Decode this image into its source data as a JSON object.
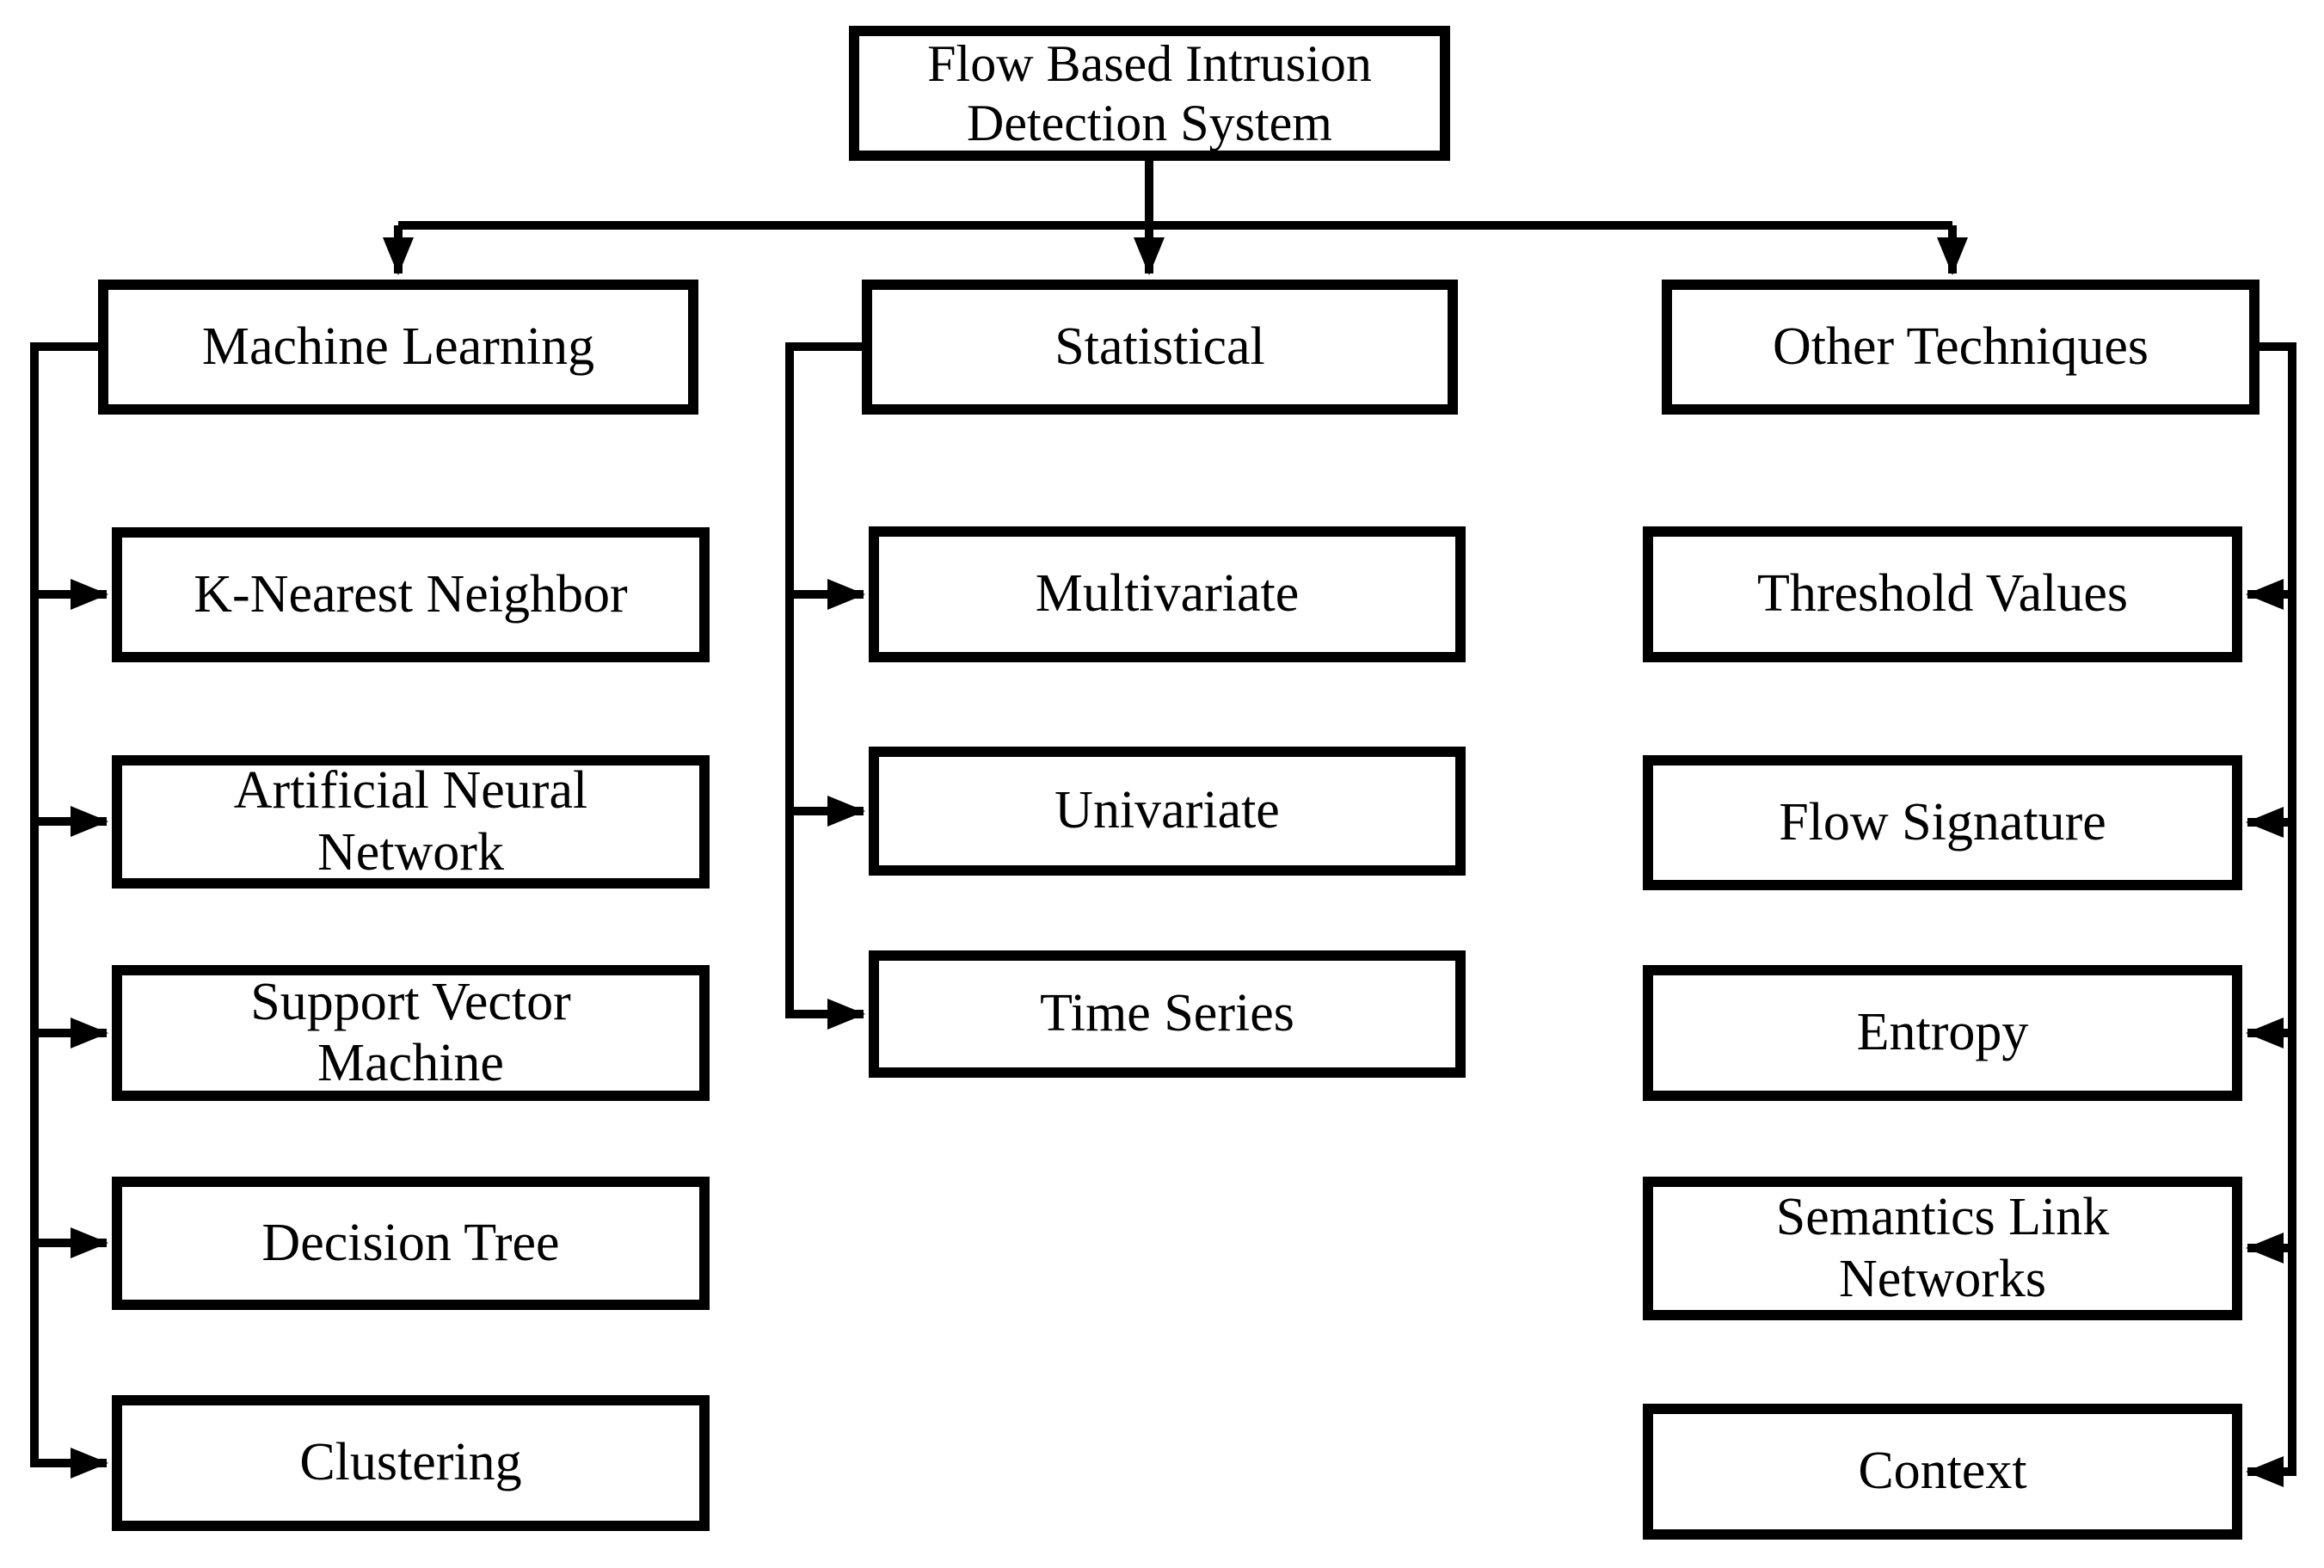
{
  "diagram": {
    "root": {
      "label": "Flow Based Intrusion\nDetection System"
    },
    "columns": [
      {
        "label": "Machine Learning",
        "children": [
          {
            "label": "K-Nearest Neighbor"
          },
          {
            "label": "Artificial Neural\nNetwork"
          },
          {
            "label": "Support Vector\nMachine"
          },
          {
            "label": "Decision Tree"
          },
          {
            "label": "Clustering"
          }
        ]
      },
      {
        "label": "Statistical",
        "children": [
          {
            "label": "Multivariate"
          },
          {
            "label": "Univariate"
          },
          {
            "label": "Time Series"
          }
        ]
      },
      {
        "label": "Other Techniques",
        "children": [
          {
            "label": "Threshold Values"
          },
          {
            "label": "Flow Signature"
          },
          {
            "label": "Entropy"
          },
          {
            "label": "Semantics Link\nNetworks"
          },
          {
            "label": "Context"
          }
        ]
      }
    ],
    "colors": {
      "line": "#000000",
      "box_border": "#000000",
      "box_fill": "#ffffff",
      "text": "#000000",
      "background": "#ffffff"
    }
  }
}
